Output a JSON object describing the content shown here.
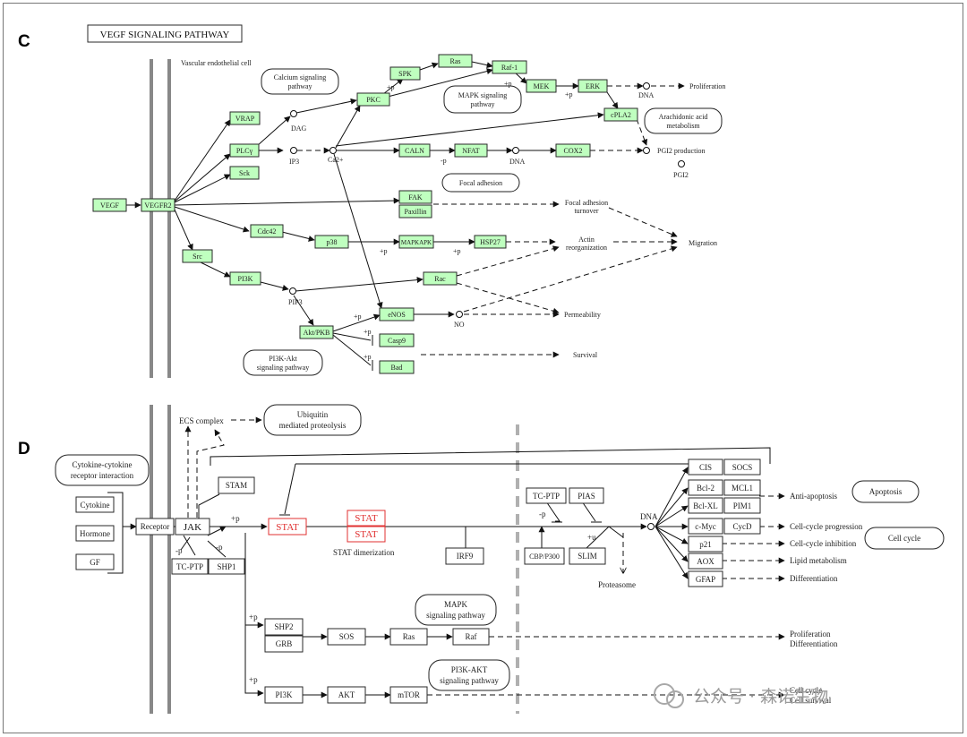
{
  "panel_c": {
    "letter": "C",
    "title": "VEGF SIGNALING PATHWAY",
    "cell_label": "Vascular endothelial cell",
    "genes": {
      "vegf": "VEGF",
      "vegfr2": "VEGFR2",
      "vrap": "VRAP",
      "plcg": "PLCγ",
      "sck": "Sck",
      "src": "Src",
      "cdc42": "Cdc42",
      "pi3k": "PI3K",
      "akt": "Akt/PKB",
      "pkc": "PKC",
      "spk": "SPK",
      "ras": "Ras",
      "raf1": "Raf-1",
      "mek": "MEK",
      "erk": "ERK",
      "cpla2": "cPLA2",
      "caln": "CALN",
      "nfat": "NFAT",
      "cox2": "COX2",
      "fak": "FAK",
      "paxillin": "Paxillin",
      "p38": "p38",
      "mapkapk": "MAPKAPK",
      "hsp27": "HSP27",
      "rac": "Rac",
      "enos": "eNOS",
      "casp9": "Casp9",
      "bad": "Bad"
    },
    "pathways": {
      "calcium": [
        "Calcium signaling",
        "pathway"
      ],
      "mapk": [
        "MAPK signaling",
        "pathway"
      ],
      "arachidonic": [
        "Arachidonic acid",
        "metabolism"
      ],
      "focal": "Focal adhesion",
      "pi3k": [
        "PI3K-Akt",
        "signaling pathway"
      ]
    },
    "metabolites": {
      "dag": "DAG",
      "ip3": "IP3",
      "ca": "Ca2+",
      "pip3": "PIP3",
      "no": "NO",
      "dna1": "DNA",
      "dna2": "DNA",
      "pgi2": "PGI2"
    },
    "outcomes": {
      "proliferation": "Proliferation",
      "pgi2_production": "PGI2 production",
      "focal_turnover": [
        "Focal adhesion",
        "turnover"
      ],
      "actin": [
        "Actin",
        "reorganization"
      ],
      "migration": "Migration",
      "permeability": "Permeability",
      "survival": "Survival"
    },
    "mods": {
      "p_raf": "+p",
      "p_erk": "+p",
      "m_nfat": "-p",
      "p_pkc": "+p",
      "p_hsp": "+p",
      "p_enos": "+p",
      "p_casp": "+p",
      "p_bad": "+p",
      "p_spk": "+p"
    }
  },
  "panel_d": {
    "letter": "D",
    "genes": {
      "receptor": "Receptor",
      "jak": "JAK",
      "stam": "STAM",
      "tcptp1": "TC-PTP",
      "shp1": "SHP1",
      "stat": "STAT",
      "stat_a": "STAT",
      "stat_b": "STAT",
      "irf9": "IRF9",
      "tcptp2": "TC-PTP",
      "pias": "PIAS",
      "cbp": "CBP/P300",
      "slim": "SLIM",
      "cis": "CIS",
      "socs": "SOCS",
      "bcl2": "Bcl-2",
      "mcl1": "MCL1",
      "bclxl": "Bcl-XL",
      "pim1": "PIM1",
      "cmyc": "c-Myc",
      "cycd": "CycD",
      "p21": "p21",
      "aox": "AOX",
      "gfap": "GFAP",
      "shp2": "SHP2",
      "grb": "GRB",
      "sos": "SOS",
      "ras": "Ras",
      "raf": "Raf",
      "pi3k": "PI3K",
      "akt": "AKT",
      "mtor": "mTOR"
    },
    "ligands": {
      "cytokine": "Cytokine",
      "hormone": "Hormone",
      "gf": "GF"
    },
    "pathways": {
      "cytokine": [
        "Cytokine-cytokine",
        "receptor interaction"
      ],
      "ubiquitin": [
        "Ubiquitin",
        "mediated proteolysis"
      ],
      "apoptosis": "Apoptosis",
      "cell_cycle": "Cell cycle",
      "mapk": [
        "MAPK",
        "signaling pathway"
      ],
      "pi3k": [
        "PI3K-AKT",
        "signaling pathway"
      ]
    },
    "labels": {
      "ecs": "ECS complex",
      "stat_dimerization": "STAT dimerization",
      "dna": "DNA",
      "proteasome": "Proteasome"
    },
    "outcomes": {
      "anti_apoptosis": "Anti-apoptosis",
      "ccp": "Cell-cycle progression",
      "cci": "Cell-cycle inhibition",
      "lipid": "Lipid metabolism",
      "diff": "Differentiation",
      "prolif": [
        "Proliferation",
        "Differentiation"
      ],
      "survival": [
        "Cell cycle",
        "Cell survival"
      ]
    },
    "mods": {
      "p_jak": "+p",
      "m_tcptp": "-p",
      "m_shp1": "-p",
      "m_tc2": "-p",
      "u_slim": "+u",
      "p_shp2": "+p",
      "p_pi3k": "+p"
    }
  },
  "watermark": "公众号 · 森诺生物",
  "colors": {
    "gene_fill": "#bfffbf",
    "stat_red": "#e03030",
    "membrane": "#888888"
  }
}
